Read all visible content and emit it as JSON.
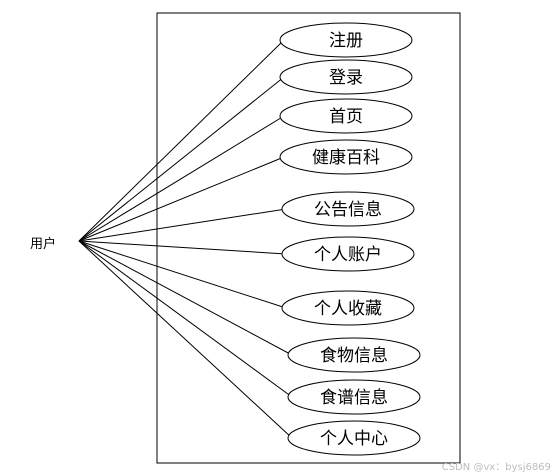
{
  "actor": {
    "label": "用户"
  },
  "use_cases": [
    {
      "label": "注册"
    },
    {
      "label": "登录"
    },
    {
      "label": "首页"
    },
    {
      "label": "健康百科"
    },
    {
      "label": "公告信息"
    },
    {
      "label": "个人账户"
    },
    {
      "label": "个人收藏"
    },
    {
      "label": "食物信息"
    },
    {
      "label": "食谱信息"
    },
    {
      "label": "个人中心"
    }
  ],
  "watermark": "CSDN @vx：bysj6869",
  "colors": {
    "line": "#000000",
    "background": "#ffffff",
    "watermark": "#bdbdbd"
  }
}
